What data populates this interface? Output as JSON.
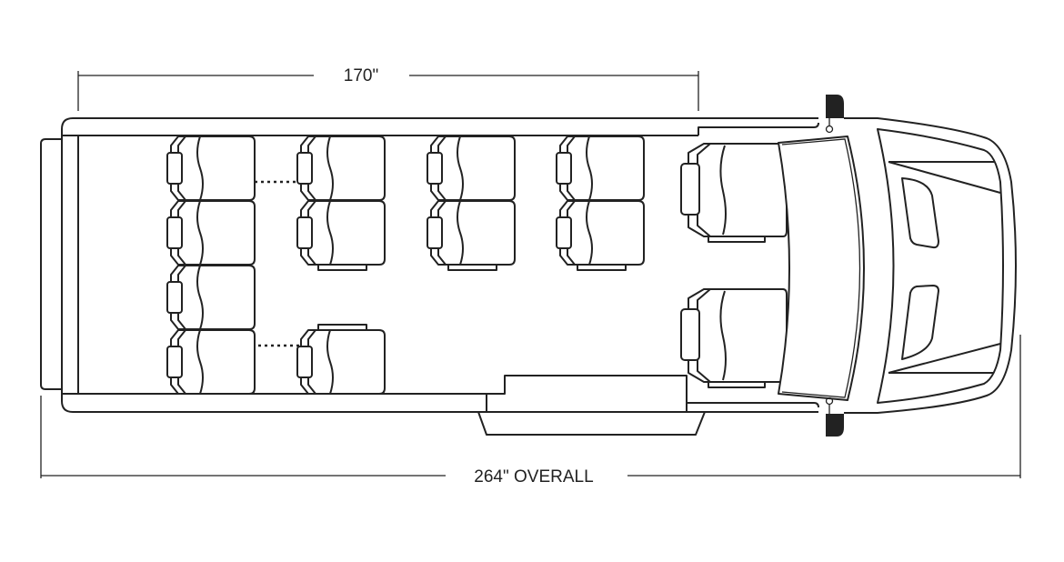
{
  "dimensions": {
    "interior_length": "170\"",
    "overall_length": "264\" OVERALL"
  },
  "layout": {
    "passenger_seats": 11,
    "driver_area_seats": 2,
    "seat_columns": [
      {
        "column": 1,
        "seats": 4
      },
      {
        "column": 2,
        "seats": 3
      },
      {
        "column": 3,
        "seats": 2
      },
      {
        "column": 4,
        "seats": 2
      }
    ]
  },
  "colors": {
    "line": "#222222",
    "background": "#ffffff"
  }
}
